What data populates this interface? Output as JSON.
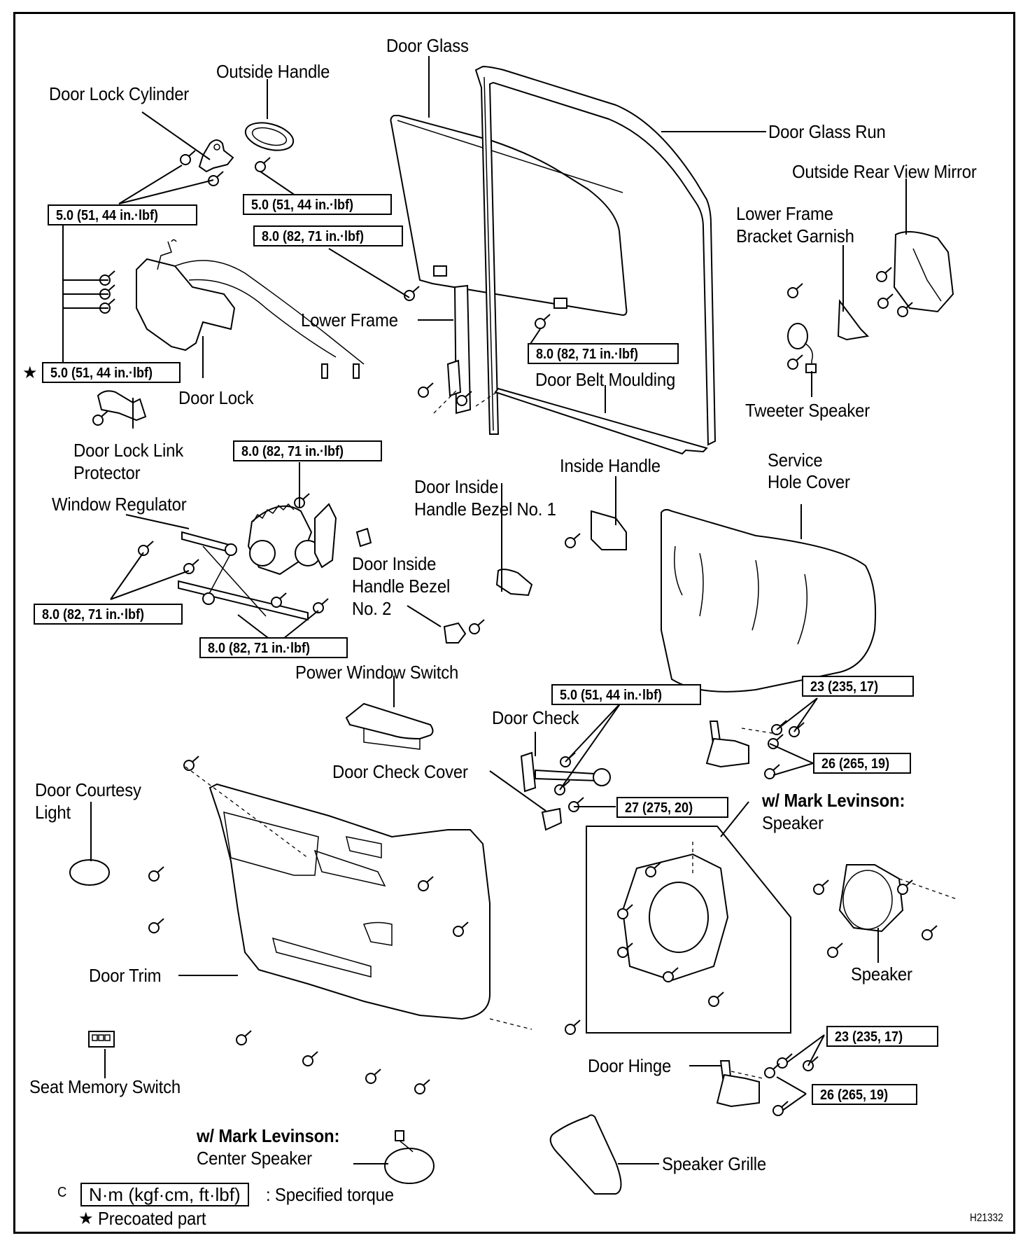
{
  "diagram": {
    "code": "H21332",
    "labels": {
      "door_glass": "Door Glass",
      "outside_handle": "Outside Handle",
      "door_lock_cylinder": "Door Lock Cylinder",
      "door_glass_run": "Door Glass Run",
      "outside_rear_view_mirror": "Outside Rear View Mirror",
      "lower_frame_bracket_garnish_1": "Lower Frame",
      "lower_frame_bracket_garnish_2": "Bracket Garnish",
      "lower_frame": "Lower Frame",
      "door_belt_moulding": "Door Belt Moulding",
      "tweeter_speaker": "Tweeter Speaker",
      "door_lock": "Door Lock",
      "door_lock_link_protector_1": "Door Lock Link",
      "door_lock_link_protector_2": "Protector",
      "window_regulator": "Window Regulator",
      "inside_handle": "Inside Handle",
      "door_inside_handle_bezel_1_a": "Door Inside",
      "door_inside_handle_bezel_1_b": "Handle Bezel No. 1",
      "service_hole_cover_1": "Service",
      "service_hole_cover_2": "Hole Cover",
      "door_inside_handle_bezel_2_a": "Door Inside",
      "door_inside_handle_bezel_2_b": "Handle Bezel",
      "door_inside_handle_bezel_2_c": "No. 2",
      "power_window_switch": "Power Window Switch",
      "door_check": "Door Check",
      "door_check_cover": "Door Check Cover",
      "door_courtesy_light_1": "Door Courtesy",
      "door_courtesy_light_2": "Light",
      "ml_speaker_title": "w/ Mark Levinson:",
      "ml_speaker": "Speaker",
      "speaker": "Speaker",
      "door_trim": "Door Trim",
      "seat_memory_switch": "Seat Memory Switch",
      "door_hinge": "Door Hinge",
      "ml_center_title": "w/ Mark Levinson:",
      "center_speaker": "Center Speaker",
      "speaker_grille": "Speaker Grille"
    },
    "torques": {
      "lock_cylinder": "5.0 (51, 44 in.·lbf)",
      "outside_handle": "5.0 (51, 44 in.·lbf)",
      "lower_frame_upper": "8.0 (82, 71 in.·lbf)",
      "lower_frame_lower": "8.0 (82, 71 in.·lbf)",
      "door_lock": "5.0 (51, 44 in.·lbf)",
      "regulator_motor": "8.0 (82, 71 in.·lbf)",
      "regulator_left": "8.0 (82, 71 in.·lbf)",
      "regulator_bottom": "8.0 (82, 71 in.·lbf)",
      "door_check": "5.0 (51, 44 in.·lbf)",
      "door_check_body": "27 (275, 20)",
      "upper_hinge_body": "23 (235, 17)",
      "upper_hinge_door": "26 (265, 19)",
      "lower_hinge_body": "23 (235, 17)",
      "lower_hinge_door": "26 (265, 19)"
    },
    "precoated_star": "★",
    "legend": {
      "marker": "C",
      "unit_box": "N·m (kgf·cm, ft·lbf)",
      "unit_desc": ": Specified torque",
      "star": "★",
      "star_desc": "Precoated part"
    }
  }
}
